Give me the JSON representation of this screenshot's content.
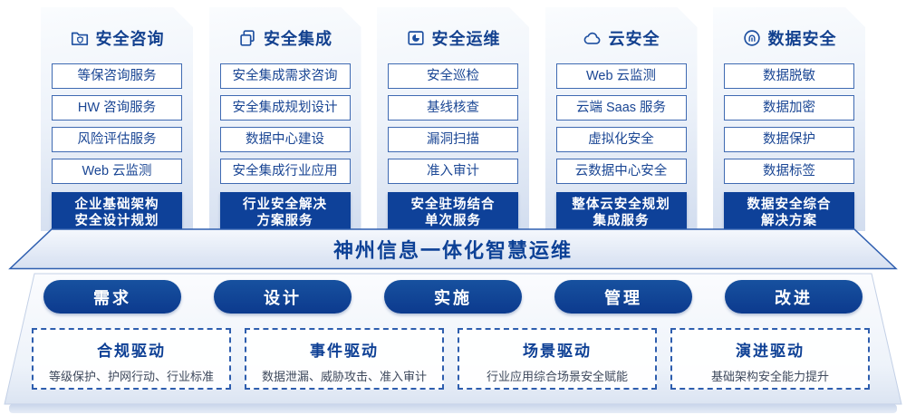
{
  "colors": {
    "primary_blue": "#0e4199",
    "navy_text": "#13418f",
    "item_border_blue": "#3f6ab2",
    "dashed_border_blue": "#2e5eae",
    "platform_tint": "#dbe4f2"
  },
  "columns": [
    {
      "icon": "folder-shield-icon",
      "title": "安全咨询",
      "items": [
        "等保咨询服务",
        "HW 咨询服务",
        "风险评估服务",
        "Web 云监测"
      ],
      "footer_lines": [
        "企业基础架构",
        "安全设计规划"
      ]
    },
    {
      "icon": "documents-copy-icon",
      "title": "安全集成",
      "items": [
        "安全集成需求咨询",
        "安全集成规划设计",
        "数据中心建设",
        "安全集成行业应用"
      ],
      "footer_lines": [
        "行业安全解决",
        "方案服务"
      ]
    },
    {
      "icon": "folder-pie-icon",
      "title": "安全运维",
      "items": [
        "安全巡检",
        "基线核查",
        "漏洞扫描",
        "准入审计"
      ],
      "footer_lines": [
        "安全驻场结合",
        "单次服务"
      ]
    },
    {
      "icon": "cloud-icon",
      "title": "云安全",
      "items": [
        "Web 云监测",
        "云端 Saas 服务",
        "虚拟化安全",
        "云数据中心安全"
      ],
      "footer_lines": [
        "整体云安全规划",
        "集成服务"
      ]
    },
    {
      "icon": "fingerprint-circle-icon",
      "title": "数据安全",
      "items": [
        "数据脱敏",
        "数据加密",
        "数据保护",
        "数据标签"
      ],
      "footer_lines": [
        "数据安全综合",
        "解决方案"
      ]
    }
  ],
  "banner": {
    "title": "神州信息一体化智慧运维"
  },
  "process_pills": [
    {
      "label": "需求"
    },
    {
      "label": "设计"
    },
    {
      "label": "实施"
    },
    {
      "label": "管理"
    },
    {
      "label": "改进"
    }
  ],
  "drivers": [
    {
      "title": "合规驱动",
      "desc": "等级保护、护网行动、行业标准"
    },
    {
      "title": "事件驱动",
      "desc": "数据泄漏、威胁攻击、准入审计"
    },
    {
      "title": "场景驱动",
      "desc": "行业应用综合场景安全赋能"
    },
    {
      "title": "演进驱动",
      "desc": "基础架构安全能力提升"
    }
  ]
}
